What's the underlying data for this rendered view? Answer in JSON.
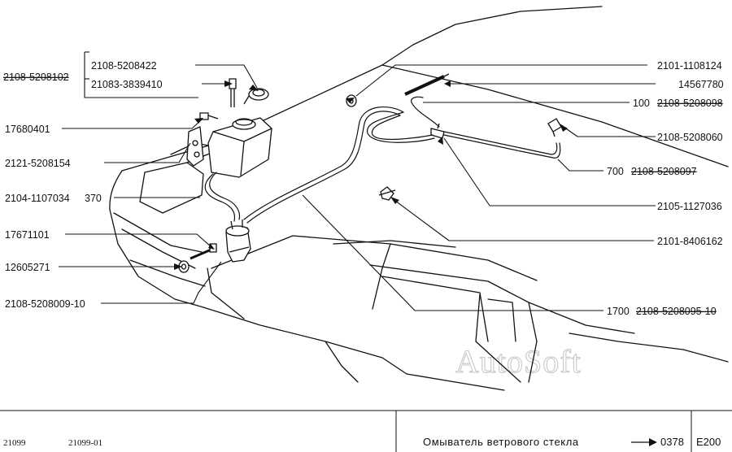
{
  "labels": {
    "l1": "2108-5208102",
    "l2": "2108-5208422",
    "l3": "21083-3839410",
    "l4": "17680401",
    "l5": "2121-5208154",
    "l6_part": "2104-1107034",
    "l6_len": "370",
    "l7": "17671101",
    "l8": "12605271",
    "l9": "2108-5208009-10",
    "r1": "2101-1108124",
    "r2": "14567780",
    "r3_len": "100",
    "r3_part": "2108-5208098",
    "r4": "2108-5208060",
    "r5_len": "700",
    "r5_part": "2108-5208097",
    "r6": "2105-1127036",
    "r7": "2101-8406162",
    "r8_len": "1700",
    "r8_part": "2108-5208095-10"
  },
  "watermark": "AutoSoft",
  "footer": {
    "model1": "21099",
    "model2": "21099-01",
    "title": "Омыватель ветрового стекла",
    "page": "0378",
    "section": "E200"
  }
}
